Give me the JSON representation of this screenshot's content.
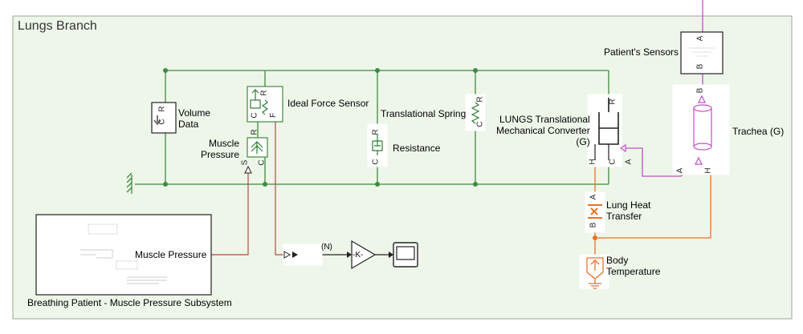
{
  "area_title": "Lungs Branch",
  "colors": {
    "area_fill": "#eef6ea",
    "area_border": "#9aaa95",
    "mech_line": "#2e7d32",
    "gas_line": "#c24fc8",
    "thermal_line": "#e8732a",
    "signal_line": "#b0503c"
  },
  "blocks": {
    "volume_data": {
      "label": "Volume\nData",
      "port_c": "C",
      "port_r": "R"
    },
    "ideal_force_sensor": {
      "label": "Ideal Force Sensor",
      "port_c": "C",
      "port_r": "R",
      "port_f": "F"
    },
    "muscle_pressure_source": {
      "label": "Muscle\nPressure",
      "port_s": "S",
      "port_c": "C",
      "port_r": "R"
    },
    "resistance": {
      "label": "Resistance",
      "port_c": "C",
      "port_r": "R"
    },
    "translational_spring": {
      "label": "Translational Spring",
      "port_c": "C",
      "port_r": "R"
    },
    "lungs_converter": {
      "label": "LUNGS Translational\nMechanical Converter\n(G)",
      "port_h": "H",
      "port_c": "C",
      "port_a": "A",
      "port_r": "R"
    },
    "patients_sensors": {
      "label": "Patient's Sensors",
      "port_a": "A",
      "port_b": "B"
    },
    "trachea": {
      "label": "Trachea (G)",
      "port_a": "A",
      "port_b": "B",
      "port_h": "H"
    },
    "lung_heat_transfer": {
      "label": "Lung Heat\nTransfer",
      "port_a": "A",
      "port_b": "B"
    },
    "body_temperature": {
      "label": "Body\nTemperature"
    },
    "subsystem": {
      "label": "Breathing Patient - Muscle Pressure Subsystem",
      "output_port": "Muscle Pressure"
    },
    "ps_converter": {
      "unit": "(N)"
    },
    "gain": {
      "label": "-K-"
    }
  }
}
